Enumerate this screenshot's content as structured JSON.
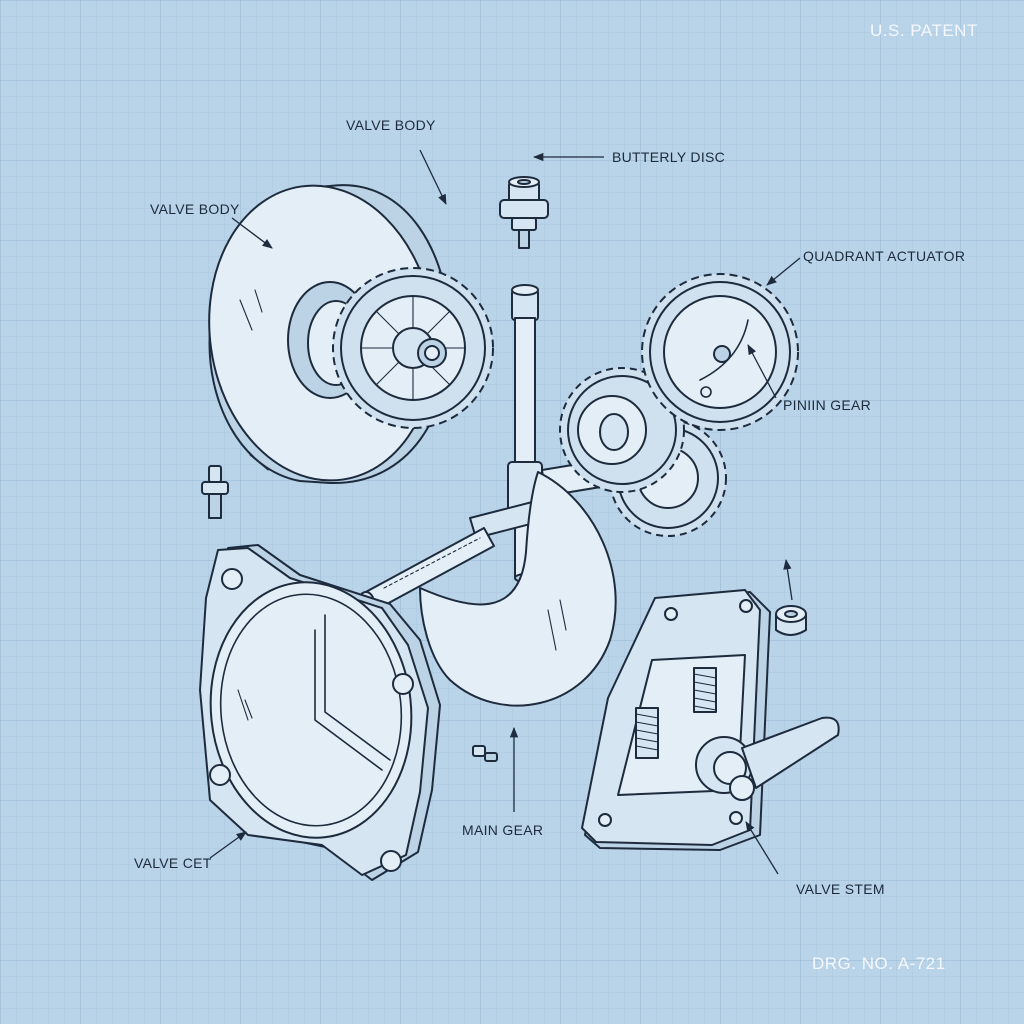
{
  "sheet": {
    "stamp_top": "U.S. PATENT",
    "drawing_number": "DRG. NO. A-721"
  },
  "labels": {
    "valve_body_top": "VALVE BODY",
    "valve_body_left": "VALVE BODY",
    "butterfly_disc": "BUTTERLY DISC",
    "quadrant_actuator": "QUADRANT ACTUATOR",
    "pinion_gear": "PINIIN GEAR",
    "main_gear": "MAIN GEAR",
    "valve_seat": "VALVE CET",
    "valve_stem": "VALVE STEM"
  },
  "colors": {
    "paper": "#b9d3e8",
    "grid_minor": "#a9c6de",
    "grid_major": "#9bbbd6",
    "ink": "#1d2b3d",
    "stamp_text": "#f4f8fc"
  }
}
